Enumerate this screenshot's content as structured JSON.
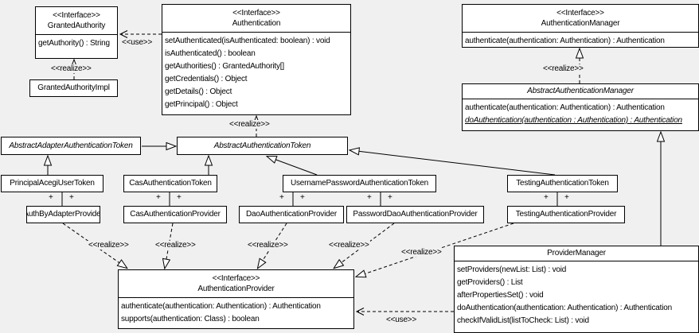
{
  "classes": {
    "granted_authority": {
      "stereotype": "<<Interface>>",
      "name": "GrantedAuthority",
      "methods": [
        "getAuthority() : String"
      ]
    },
    "granted_authority_impl": {
      "name": "GrantedAuthorityImpl"
    },
    "authentication": {
      "stereotype": "<<Interface>>",
      "name": "Authentication",
      "methods": [
        "setAuthenticated(isAuthenticated: boolean) : void",
        "isAuthenticated() : boolean",
        "getAuthorities() : GrantedAuthority[]",
        "getCredentials() : Object",
        "getDetails() : Object",
        "getPrincipal() : Object"
      ]
    },
    "authentication_manager": {
      "stereotype": "<<Interface>>",
      "name": "AuthenticationManager",
      "methods": [
        "authenticate(authentication: Authentication) : Authentication"
      ]
    },
    "abstract_authentication_manager": {
      "name": "AbstractAuthenticationManager",
      "methods": [
        "authenticate(authentication: Authentication) : Authentication",
        "doAuthentication(authentication : Authentication) : Authentication"
      ]
    },
    "abstract_adapter_authentication_token": {
      "name": "AbstractAdapterAuthenticationToken"
    },
    "abstract_authentication_token": {
      "name": "AbstractAuthenticationToken"
    },
    "principal_acegi_user_token": {
      "name": "PrincipalAcegiUserToken"
    },
    "cas_authentication_token": {
      "name": "CasAuthenticationToken"
    },
    "username_password_authentication_token": {
      "name": "UsernamePasswordAuthenticationToken"
    },
    "testing_authentication_token": {
      "name": "TestingAuthenticationToken"
    },
    "auth_by_adapter_provider": {
      "name": "AuthByAdapterProvider"
    },
    "cas_authentication_provider": {
      "name": "CasAuthenticationProvider"
    },
    "dao_authentication_provider": {
      "name": "DaoAuthenticationProvider"
    },
    "password_dao_authentication_provider": {
      "name": "PasswordDaoAuthenticationProvider"
    },
    "testing_authentication_provider": {
      "name": "TestingAuthenticationProvider"
    },
    "authentication_provider": {
      "stereotype": "<<Interface>>",
      "name": "AuthenticationProvider",
      "methods": [
        "authenticate(authentication: Authentication) : Authentication",
        "supports(authentication: Class) : boolean"
      ]
    },
    "provider_manager": {
      "name": "ProviderManager",
      "methods": [
        "setProviders(newList: List) : void",
        "getProviders() : List",
        "afterPropertiesSet() : void",
        "doAuthentication(authentication: Authentication) : Authentication",
        "checkIfValidList(listToCheck: List) : void"
      ]
    }
  },
  "edge_labels": {
    "use": "<<use>>",
    "realize": "<<realize>>",
    "plus": "+"
  },
  "colors": {
    "background": "#f0f0f0",
    "box_fill": "#ffffff",
    "line": "#000000"
  }
}
